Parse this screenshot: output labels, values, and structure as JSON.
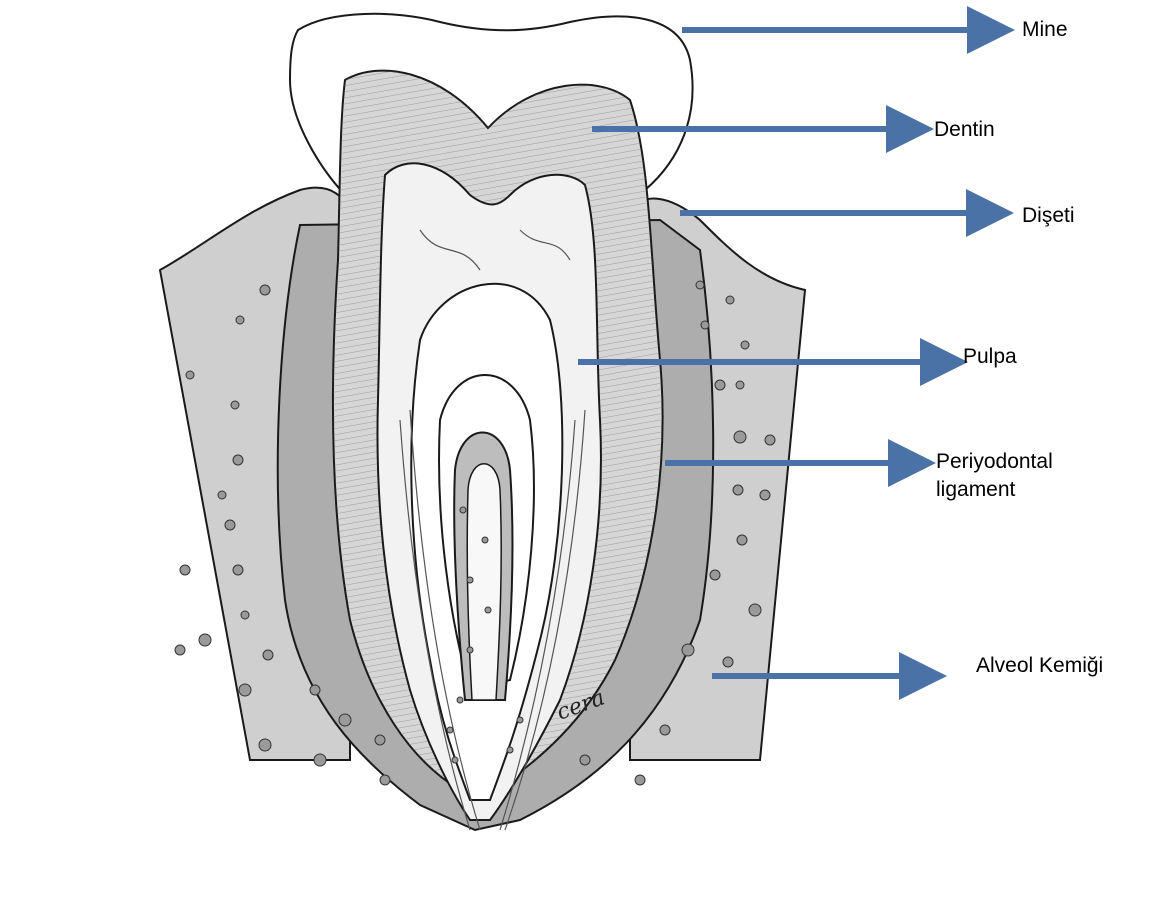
{
  "labels": {
    "mine": "Mine",
    "dentin": "Dentin",
    "diseti": "Dişeti",
    "pulpa": "Pulpa",
    "periyodontal_line1": "Periyodontal",
    "periyodontal_line2": "ligament",
    "alveol": "Alveol Kemiği"
  },
  "signature": "cera",
  "colors": {
    "arrow": "#4a72a6",
    "outline": "#1a1a1a",
    "gum": "#c8c8c8",
    "ligament": "#a9a9a9",
    "dentin": "#d2d2d2",
    "pulp": "#f2f2f2"
  }
}
